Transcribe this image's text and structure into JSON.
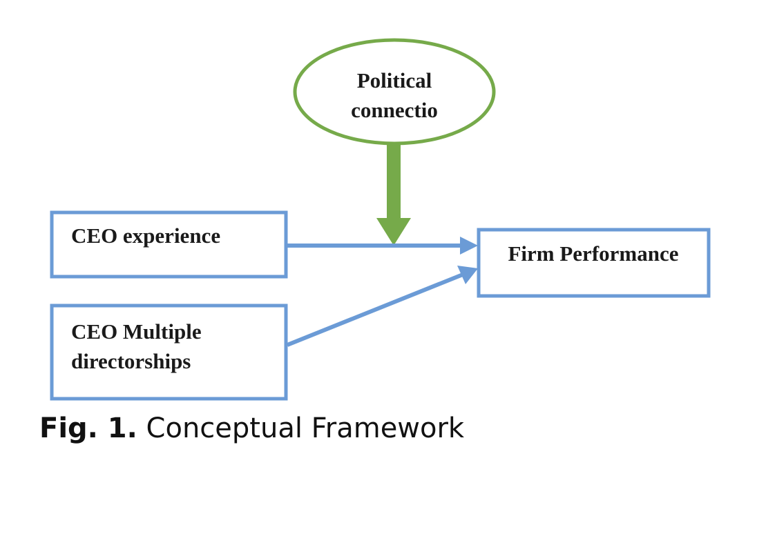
{
  "diagram": {
    "moderator": {
      "line1": "Political",
      "line2": "connectio"
    },
    "independent_1": {
      "label": "CEO experience"
    },
    "independent_2": {
      "line1": "CEO Multiple",
      "line2": "directorships"
    },
    "dependent": {
      "label": "Firm Performance"
    },
    "colors": {
      "box_stroke": "#6b9bd6",
      "ellipse_stroke": "#76aa4a",
      "moderator_arrow": "#76aa4a",
      "relation_arrow": "#6b9bd6"
    }
  },
  "caption": {
    "figure_number": "Fig. 1.",
    "title": "Conceptual Framework"
  }
}
